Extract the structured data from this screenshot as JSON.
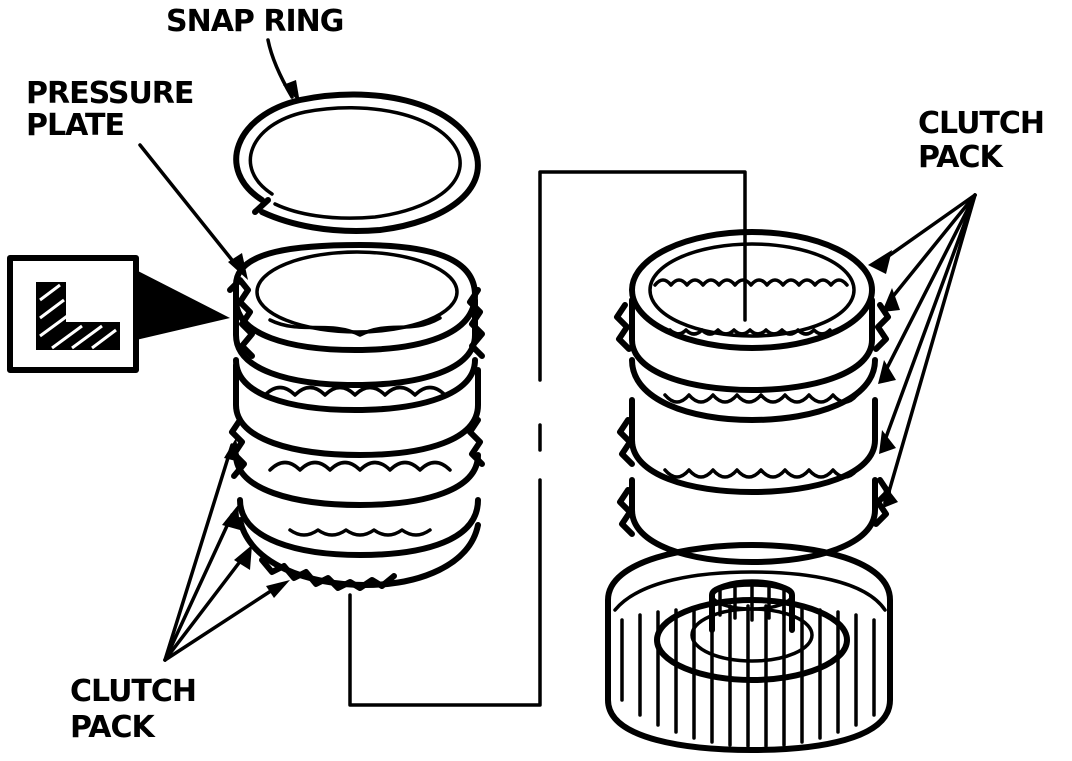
{
  "labels": {
    "snap_ring": "SNAP RING",
    "pressure_plate_line1": "PRESSURE",
    "pressure_plate_line2": "PLATE",
    "clutch_pack_right_line1": "CLUTCH",
    "clutch_pack_right_line2": "PACK",
    "clutch_pack_left_line1": "CLUTCH",
    "clutch_pack_left_line2": "PACK"
  },
  "colors": {
    "ink": "#000000",
    "paper": "#ffffff"
  },
  "icons": {
    "detail_inset": "cross-section-hatch-icon"
  }
}
